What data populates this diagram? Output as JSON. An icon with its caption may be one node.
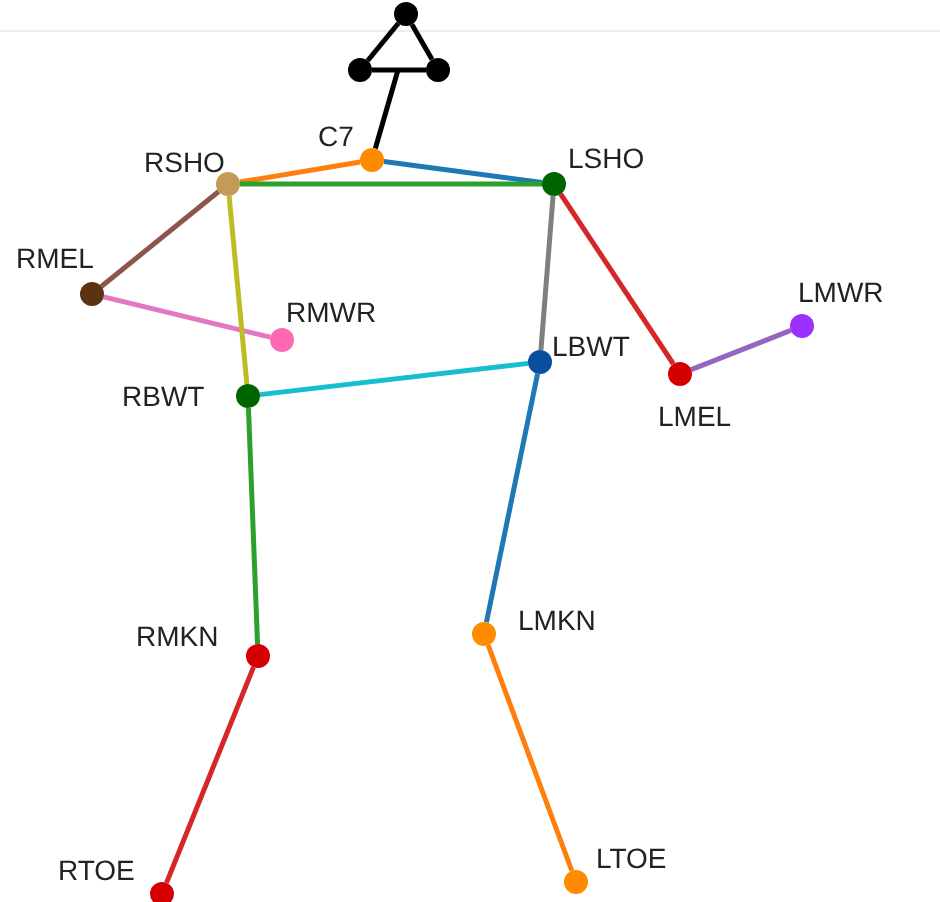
{
  "diagram": {
    "nodes": [
      {
        "text": [],
        "shape": "circle"
      },
      {
        "text": [],
        "shape": "circle"
      },
      {
        "text": [],
        "shape": "circle"
      },
      {
        "text": [],
        "shape": "circle",
        "beside": [
          "C7"
        ]
      },
      {
        "text": [],
        "shape": "circle",
        "beside": [
          "RSHO"
        ]
      },
      {
        "text": [],
        "shape": "circle",
        "beside": [
          "LSHO"
        ]
      },
      {
        "text": [],
        "shape": "circle",
        "beside": [
          "RMEL"
        ]
      },
      {
        "text": [],
        "shape": "circle",
        "beside": [
          "RMWR"
        ]
      },
      {
        "text": [],
        "shape": "circle",
        "beside": [
          "LBWT"
        ]
      },
      {
        "text": [],
        "shape": "circle",
        "beside": [
          "LMWR"
        ]
      },
      {
        "text": [],
        "shape": "circle",
        "beside": [
          "LMEL"
        ]
      },
      {
        "text": [],
        "shape": "circle",
        "beside": [
          "RBWT"
        ]
      },
      {
        "text": [],
        "shape": "circle",
        "beside": [
          "LMKN"
        ]
      },
      {
        "text": [],
        "shape": "circle",
        "beside": [
          "RMKN"
        ]
      },
      {
        "text": [],
        "shape": "circle",
        "beside": [
          "LTOE"
        ]
      },
      {
        "text": [],
        "shape": "circle",
        "beside": [
          "RTOE"
        ]
      }
    ],
    "edges": [
      {
        "from": 0,
        "to": 1,
        "arrow": "none",
        "color": "#000000"
      },
      {
        "from": 0,
        "to": 2,
        "arrow": "none",
        "color": "#000000"
      },
      {
        "from": 1,
        "to": 2,
        "arrow": "none",
        "color": "#000000"
      },
      {
        "from": 3,
        "to": null,
        "arrow": "none",
        "color": "#000000"
      },
      {
        "from": 3,
        "to": 4,
        "arrow": "none",
        "color": "#ff7f0e"
      },
      {
        "from": 3,
        "to": 5,
        "arrow": "none",
        "color": "#1f77b4"
      },
      {
        "from": 4,
        "to": 5,
        "arrow": "none",
        "color": "#2ca02c"
      },
      {
        "from": 4,
        "to": 6,
        "arrow": "none",
        "color": "#8c564b"
      },
      {
        "from": 6,
        "to": 7,
        "arrow": "none",
        "color": "#e377c2"
      },
      {
        "from": 4,
        "to": 11,
        "arrow": "none",
        "color": "#bcbd22"
      },
      {
        "from": 5,
        "to": 8,
        "arrow": "none",
        "color": "#7f7f7f"
      },
      {
        "from": 5,
        "to": 10,
        "arrow": "none",
        "color": "#d62728"
      },
      {
        "from": 10,
        "to": 9,
        "arrow": "none",
        "color": "#9467bd"
      },
      {
        "from": 11,
        "to": 8,
        "arrow": "none",
        "color": "#17becf"
      },
      {
        "from": 11,
        "to": 13,
        "arrow": "none",
        "color": "#2ca02c"
      },
      {
        "from": 8,
        "to": 12,
        "arrow": "none",
        "color": "#1f77b4"
      },
      {
        "from": 13,
        "to": 15,
        "arrow": "none",
        "color": "#d62728"
      },
      {
        "from": 12,
        "to": 14,
        "arrow": "none",
        "color": "#ff7f0e"
      }
    ]
  }
}
